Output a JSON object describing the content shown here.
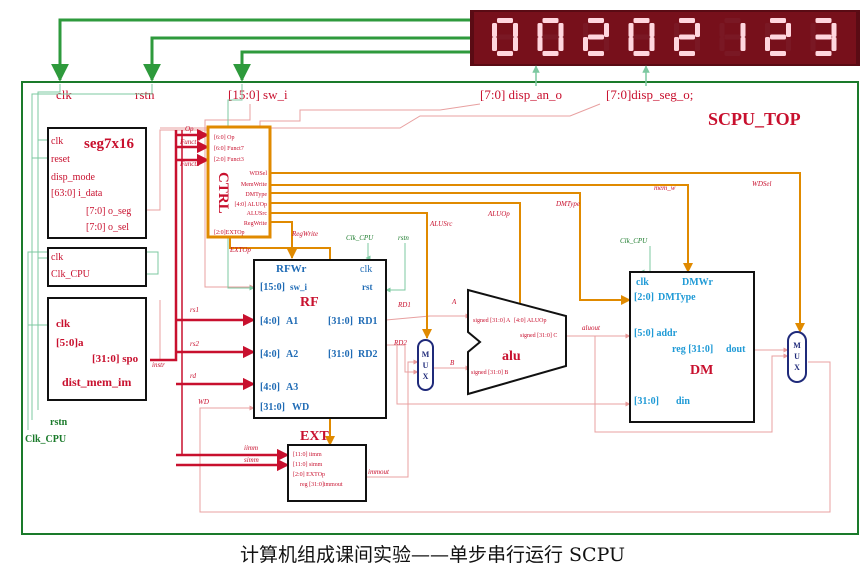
{
  "display": {
    "digits": "00202123"
  },
  "top": {
    "title": "SCPU_TOP",
    "ports": {
      "clk": "clk",
      "rstn": "rstn",
      "sw_i": "[15:0] sw_i",
      "disp_an_o": "[7:0] disp_an_o",
      "disp_seg_o": "[7:0]disp_seg_o;"
    }
  },
  "seg7": {
    "name": "seg7x16",
    "ports": [
      "clk",
      "reset",
      "disp_mode",
      "[63:0] i_data",
      "[7:0] o_seg",
      "[7:0] o_sel"
    ]
  },
  "clkdiv": {
    "ports": [
      "clk",
      "Clk_CPU"
    ]
  },
  "im": {
    "ports": [
      "clk",
      "[5:0]a",
      "[31:0] spo",
      "dist_mem_im"
    ]
  },
  "outside": {
    "rstn": "rstn",
    "clk_cpu": "Clk_CPU"
  },
  "ctrl": {
    "name": "CTRL",
    "inputs": [
      "[6:0] Op",
      "[6:0] Funct7",
      "[2:0] Funct3"
    ],
    "outputs": [
      "WDSel",
      "MemWrite",
      "DMType",
      "[4:0] ALUOp",
      "ALUSrc",
      "RegWrite",
      "[2:0]EXTOp"
    ]
  },
  "rf": {
    "name": "RF",
    "header": [
      "RFWr",
      "clk"
    ],
    "ports": [
      "[15:0]",
      "sw_i",
      "rst",
      "[4:0]",
      "A1",
      "[31:0]",
      "RD1",
      "[4:0]",
      "A2",
      "[31:0]",
      "RD2",
      "[4:0]",
      "A3",
      "[31:0]",
      "WD"
    ]
  },
  "ext": {
    "name": "EXT",
    "ports": [
      "[11:0] iimm",
      "[11:0] simm",
      "[2:0] EXTOp",
      "reg [31:0]immout"
    ]
  },
  "alu": {
    "name": "alu",
    "ports": [
      "signed [31:0] A",
      "[4:0] ALUOp",
      "signed [31:0] C",
      "signed [31:0] B"
    ]
  },
  "dm": {
    "name": "DM",
    "ports": [
      "clk",
      "DMWr",
      "[2:0]",
      "DMType",
      "[5:0] addr",
      "reg [31:0]",
      "dout",
      "[31:0]",
      "din"
    ]
  },
  "mux": {
    "label": "MUX"
  },
  "wires": [
    "Op",
    "Funct7",
    "Funct3",
    "RegWrite",
    "EXTOp",
    "ALUSrc",
    "ALUOp",
    "DMType",
    "mem_w",
    "WDSel",
    "Clk_CPU",
    "rstn",
    "Clk_CPU",
    "rs1",
    "rs2",
    "rd",
    "WD",
    "iimm",
    "simm",
    "immout",
    "RD1",
    "A",
    "RD2",
    "B",
    "aluout",
    "instr"
  ],
  "caption": "计算机组成课间实验——单步串行运行 SCPU"
}
